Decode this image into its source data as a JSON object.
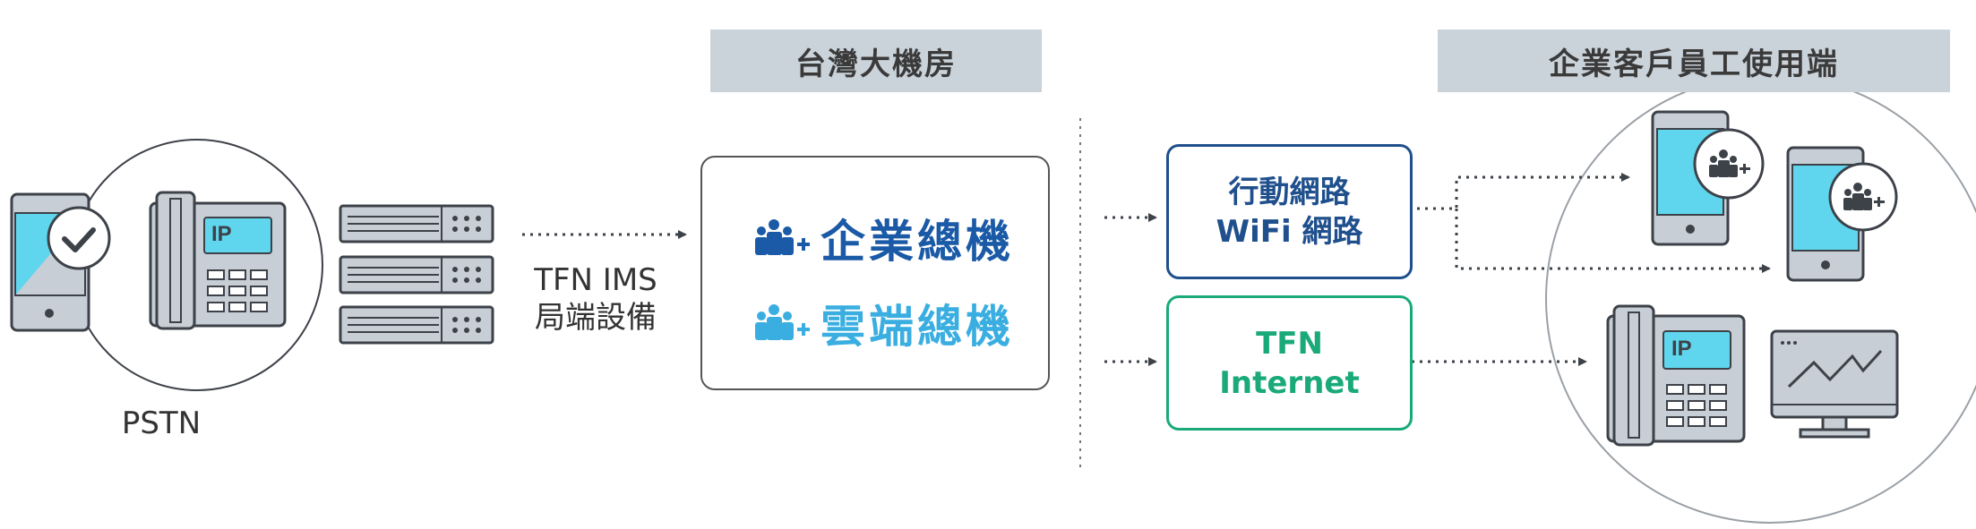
{
  "headers": {
    "datacenter": "台灣大機房",
    "enterprise": "企業客戶員工使用端"
  },
  "labels": {
    "pstn": "PSTN",
    "ims_line1": "TFN IMS",
    "ims_line2": "局端設備",
    "ip": "IP"
  },
  "brands": {
    "enterprise_pbx": "企業總機",
    "cloud_pbx": "雲端總機"
  },
  "networks": {
    "mobile_line1": "行動網路",
    "mobile_line2": "WiFi 網路",
    "tfn_line1": "TFN",
    "tfn_line2": "Internet"
  },
  "colors": {
    "header_bg": "#cbd3da",
    "brand_dark_blue": "#1a5aa6",
    "brand_light_blue": "#3aaee0",
    "network_blue": "#1f4f8c",
    "network_green": "#1aaa7a",
    "screen_cyan": "#5fd6ee",
    "device_gray": "#c7ced6",
    "outline": "#3d4148"
  }
}
